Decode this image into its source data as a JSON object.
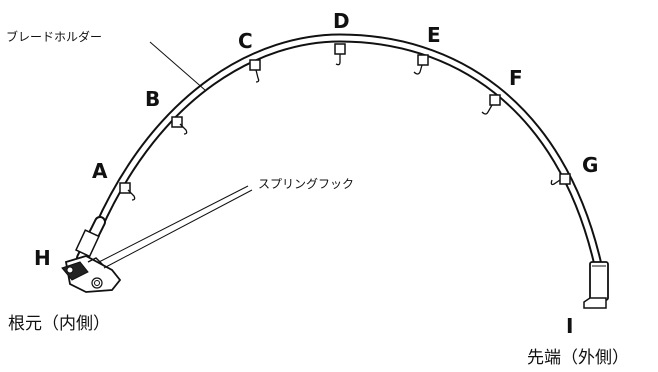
{
  "labels": {
    "blade_holder": "ブレードホルダー",
    "spring_hook": "スプリングフック",
    "root": "根元（内側）",
    "tip": "先端（外側）"
  },
  "points": {
    "A": "A",
    "B": "B",
    "C": "C",
    "D": "D",
    "E": "E",
    "F": "F",
    "G": "G",
    "H": "H",
    "I": "I"
  },
  "colors": {
    "line": "#111111",
    "background": "#ffffff"
  }
}
